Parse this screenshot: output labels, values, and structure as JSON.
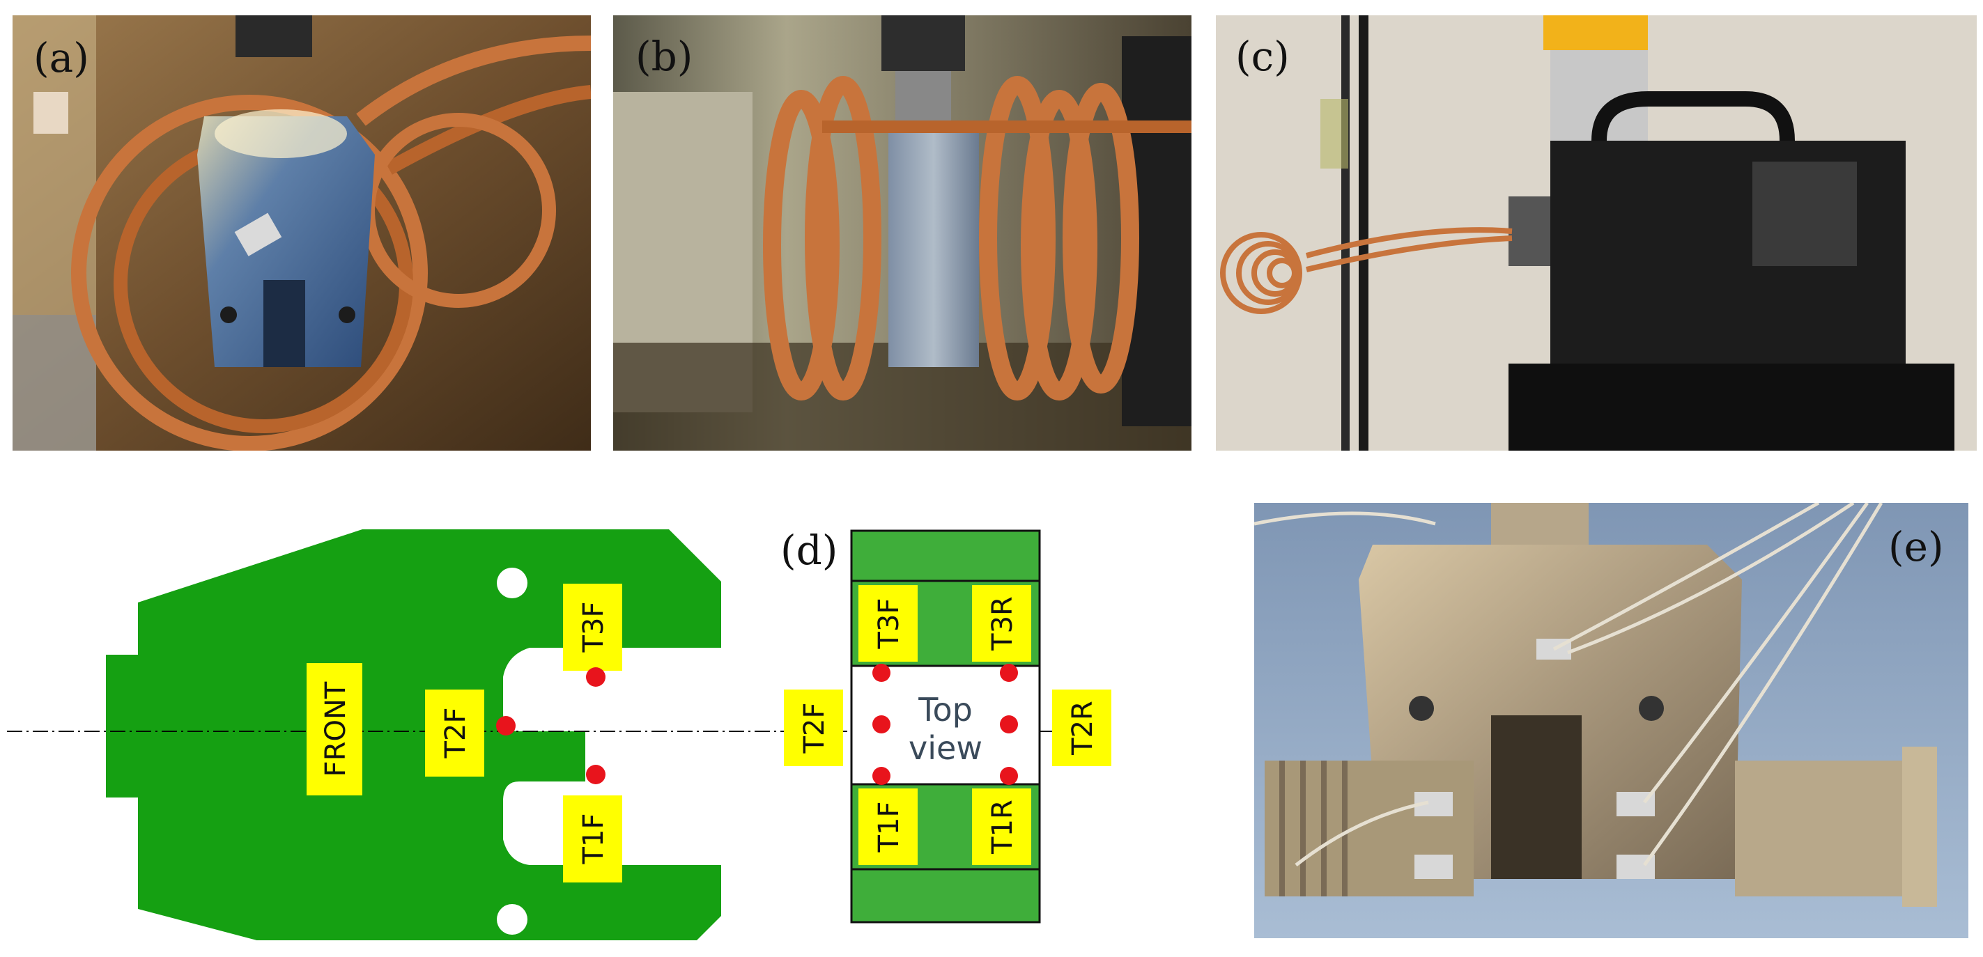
{
  "panels": {
    "a": {
      "label": "(a)"
    },
    "b": {
      "label": "(b)"
    },
    "c": {
      "label": "(c)"
    },
    "d": {
      "label": "(d)"
    },
    "e": {
      "label": "(e)"
    }
  },
  "front_view": {
    "body_label": "FRONT",
    "tags": [
      "T3F",
      "T2F",
      "T1F"
    ]
  },
  "top_view": {
    "center_text_line1": "Top",
    "center_text_line2": "view",
    "tags": [
      "T3F",
      "T3R",
      "T2F",
      "T2R",
      "T1F",
      "T1R"
    ]
  },
  "colors": {
    "specimen_green": "#15a012",
    "tag_yellow": "#ffff00",
    "thermocouple_red": "#e8141c",
    "copper": "#c8743c"
  }
}
